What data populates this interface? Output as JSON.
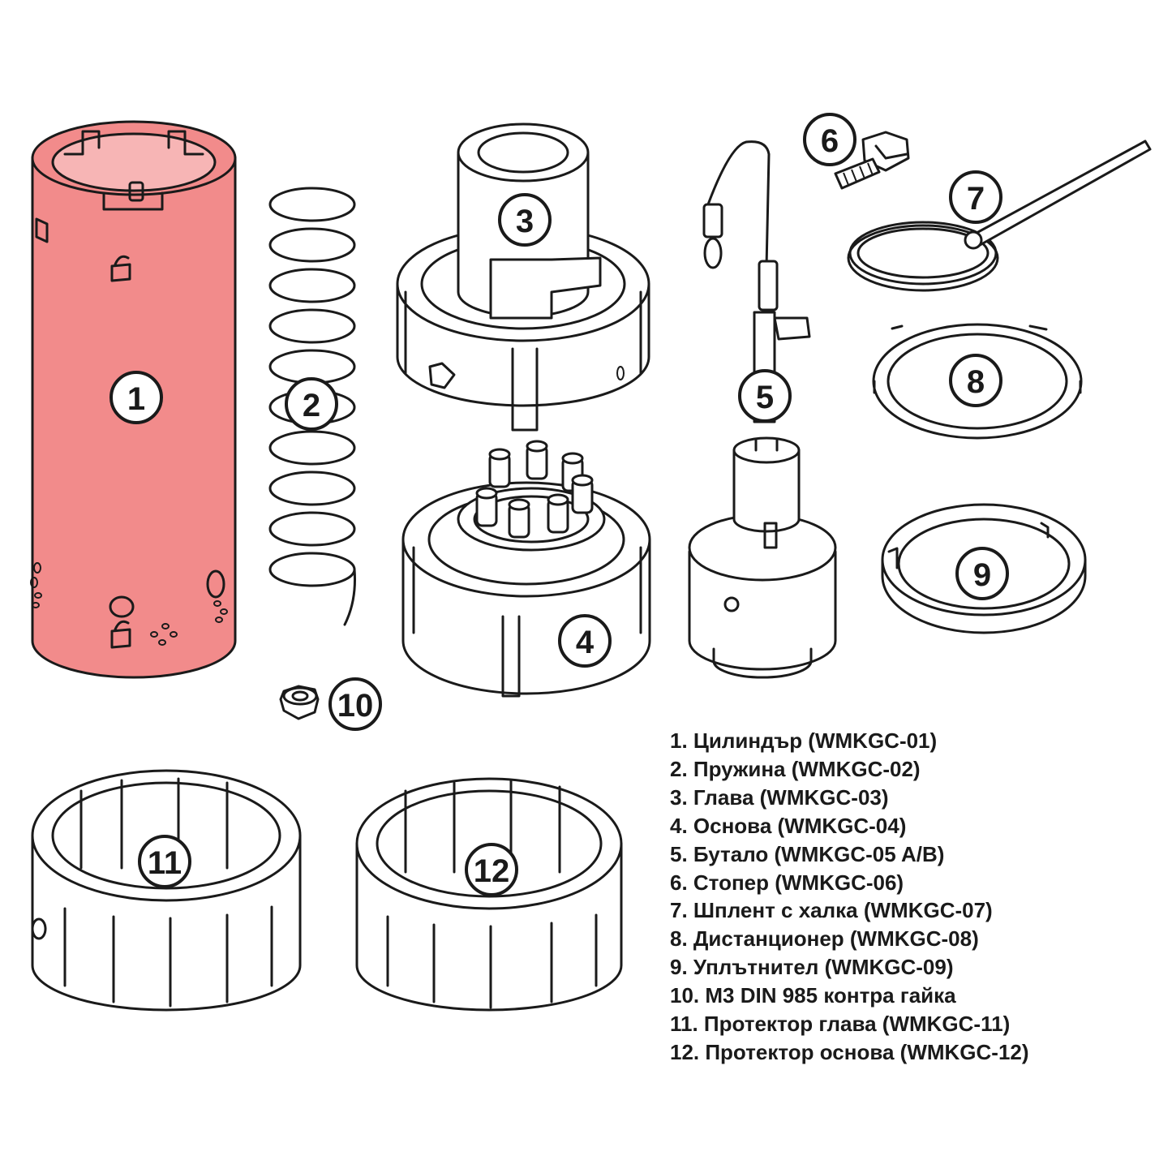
{
  "colors": {
    "highlight": "#f28b8b",
    "line": "#1a1a1a",
    "background": "#ffffff"
  },
  "badges": [
    "1",
    "2",
    "3",
    "4",
    "5",
    "6",
    "7",
    "8",
    "9",
    "10",
    "11",
    "12"
  ],
  "legend": [
    "1. Цилиндър (WMKGC-01)",
    "2. Пружина (WMKGC-02)",
    "3. Глава (WMKGC-03)",
    "4. Основа (WMKGC-04)",
    "5. Бутало (WMKGC-05 A/B)",
    "6. Стопер (WMKGC-06)",
    "7. Шплент с халка (WMKGC-07)",
    "8. Дистанционер (WMKGC-08)",
    "9. Уплътнител (WMKGC-09)",
    "10. M3 DIN 985 контра гайка",
    "11. Протектор глава (WMKGC-11)",
    "12. Протектор основа (WMKGC-12)"
  ]
}
